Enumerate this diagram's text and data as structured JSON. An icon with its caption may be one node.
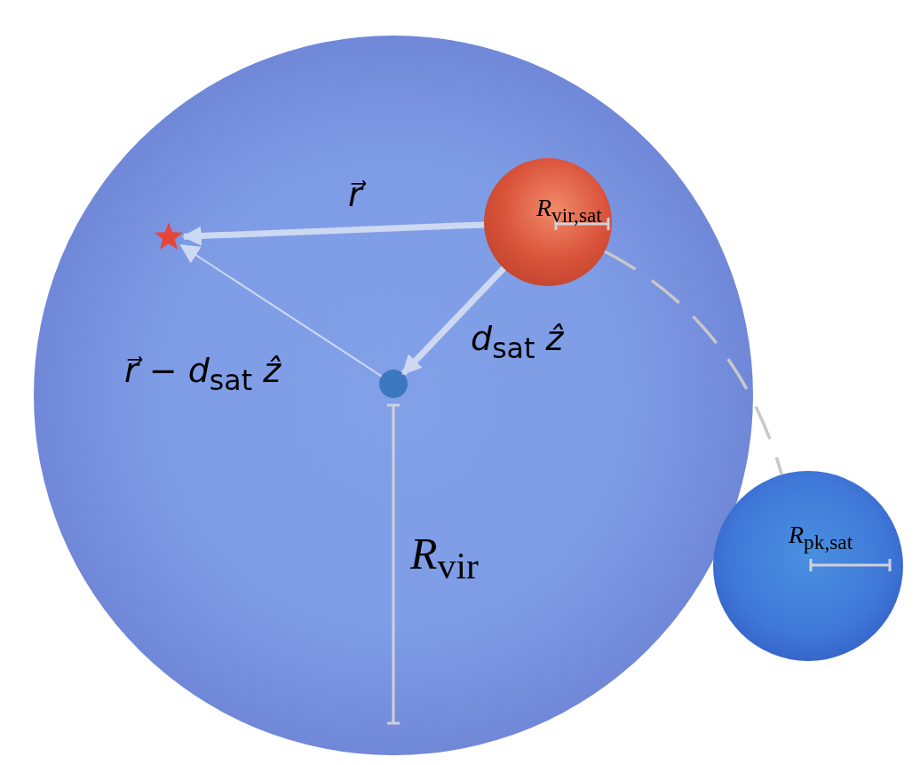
{
  "diagram": {
    "nodes": [
      {
        "text": [],
        "shape": "circle"
      },
      {
        "text": [],
        "shape": "circle",
        "in": 0
      },
      {
        "text": [],
        "shape": "star",
        "in": 0
      },
      {
        "text": [],
        "shape": "circle",
        "in": 0
      },
      {
        "text": [],
        "shape": "circle"
      }
    ],
    "edges": [
      {
        "from": 1,
        "to": 2,
        "arrow": "to",
        "label": "*r⃗*",
        "style": "thick"
      },
      {
        "from": 3,
        "to": 2,
        "arrow": "to",
        "label": "*r⃗* − *d*$_{sat}$ *ẑ*"
      },
      {
        "from": 1,
        "to": 3,
        "arrow": "to",
        "label": "*d*$_{sat}$ *ẑ*",
        "style": "thick"
      },
      {
        "from": 1,
        "to": 4,
        "arrow": "none",
        "style": "dashed",
        "color": "#c8c8c8"
      }
    ],
    "labels": [
      "*R*$_{vir}$",
      "*R*$_{vir,sat}$",
      "*R*$_{pk,sat}$"
    ]
  }
}
